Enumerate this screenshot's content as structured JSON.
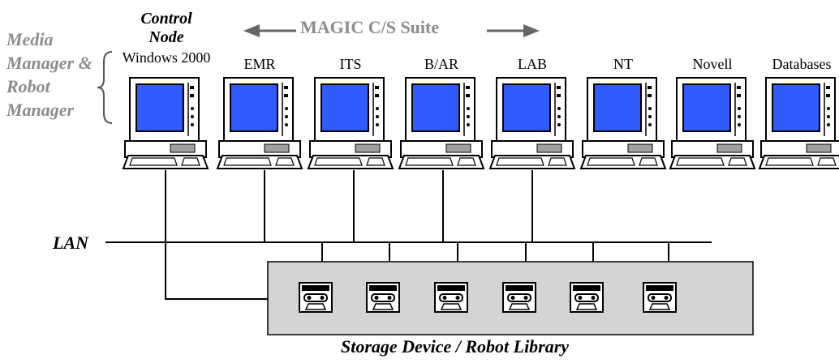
{
  "diagram": {
    "side_label": "Media Manager & Robot Manager",
    "control_node_title": "Control Node",
    "control_node_os": "Windows 2000",
    "suite_title": "MAGIC C/S Suite",
    "network_label": "LAN",
    "storage_label": "Storage Device / Robot Library",
    "workstations": [
      "EMR",
      "ITS",
      "B/AR",
      "LAB",
      "NT",
      "Novell",
      "Databases"
    ],
    "tape_drive_count": 6,
    "colors": {
      "screen": "#2f5bff",
      "storage_fill": "#d4d4d4",
      "grey_text": "#8c8c8c",
      "line": "#000000"
    }
  }
}
